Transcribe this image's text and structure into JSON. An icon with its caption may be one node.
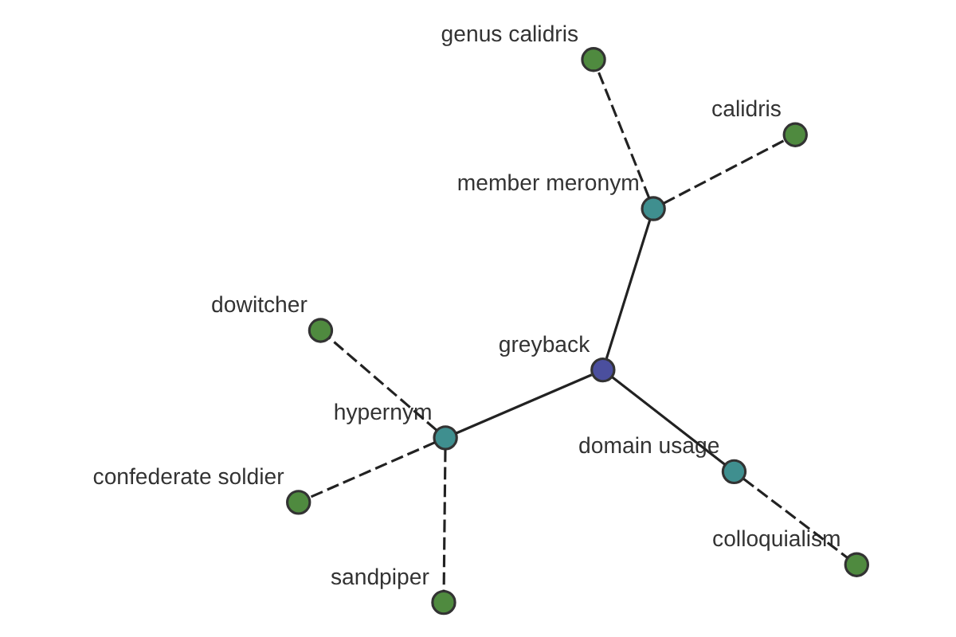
{
  "diagram": {
    "nodes": [
      {
        "text": [
          "confederate soldier"
        ]
      },
      {
        "text": [
          "dowitcher"
        ]
      },
      {
        "text": [
          "sandpiper"
        ]
      },
      {
        "text": [
          "hypernym"
        ]
      },
      {
        "text": [
          "calidris"
        ]
      },
      {
        "text": [
          "genus calidris"
        ]
      },
      {
        "text": [
          "member meronym"
        ]
      },
      {
        "text": [
          "greyback"
        ]
      },
      {
        "text": [
          "domain usage"
        ]
      },
      {
        "text": [
          "colloquialism"
        ]
      }
    ],
    "edges": [
      {
        "from": 7,
        "to": 3,
        "arrow": "none"
      },
      {
        "from": 7,
        "to": 6,
        "arrow": "none"
      },
      {
        "from": 7,
        "to": 8,
        "arrow": "none"
      },
      {
        "from": 3,
        "to": 0,
        "arrow": "none",
        "style": "dashed"
      },
      {
        "from": 3,
        "to": 1,
        "arrow": "none",
        "style": "dashed"
      },
      {
        "from": 3,
        "to": 2,
        "arrow": "none",
        "style": "dashed"
      },
      {
        "from": 6,
        "to": 4,
        "arrow": "none",
        "style": "dashed"
      },
      {
        "from": 6,
        "to": 5,
        "arrow": "none",
        "style": "dashed"
      },
      {
        "from": 8,
        "to": 9,
        "arrow": "none",
        "style": "dashed"
      }
    ]
  }
}
